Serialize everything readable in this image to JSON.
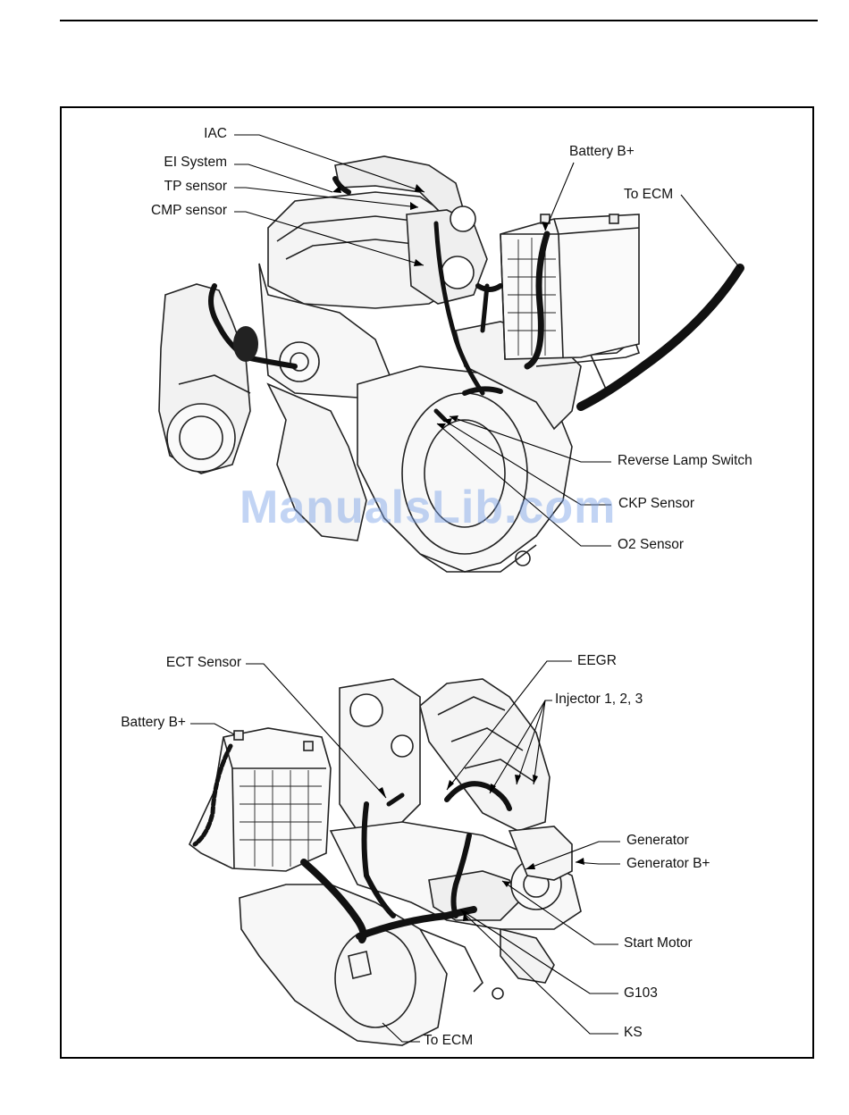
{
  "watermark": "ManualsLib.com",
  "top_view": {
    "labels": {
      "iac": "IAC",
      "ei_system": "EI System",
      "tp_sensor": "TP sensor",
      "cmp_sensor": "CMP sensor",
      "battery": "Battery B+",
      "to_ecm": "To ECM",
      "reverse_lamp_switch": "Reverse Lamp Switch",
      "ckp_sensor": "CKP Sensor",
      "o2_sensor": "O2 Sensor"
    }
  },
  "bottom_view": {
    "labels": {
      "ect_sensor": "ECT Sensor",
      "eegr": "EEGR",
      "injector": "Injector 1, 2, 3",
      "battery": "Battery B+",
      "generator": "Generator",
      "generator_b": "Generator B+",
      "start_motor": "Start Motor",
      "g103": "G103",
      "ks": "KS",
      "to_ecm": "To ECM"
    }
  }
}
